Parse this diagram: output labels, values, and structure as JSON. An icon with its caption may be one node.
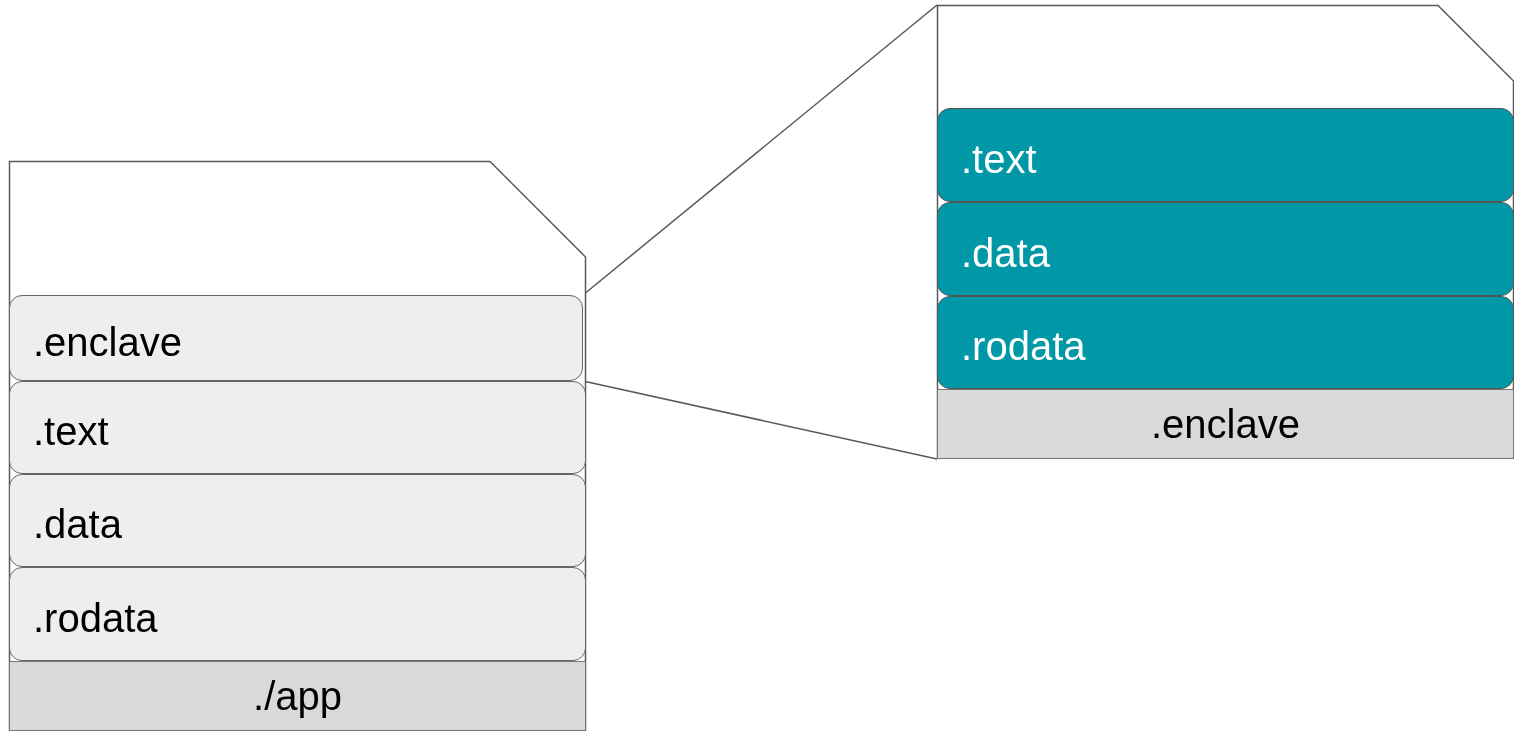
{
  "diagram": {
    "nodes": [
      {
        "text": [],
        "shape": "document"
      },
      {
        "text": [
          ".enclave"
        ],
        "in": 0
      },
      {
        "text": [
          ".text"
        ],
        "in": 0
      },
      {
        "text": [
          ".data"
        ],
        "in": 0
      },
      {
        "text": [
          ".rodata"
        ],
        "in": 0
      },
      {
        "text": [
          "./app"
        ],
        "in": 0
      },
      {
        "text": [],
        "shape": "document"
      },
      {
        "text": [
          ".text"
        ],
        "in": 6
      },
      {
        "text": [
          ".data"
        ],
        "in": 6
      },
      {
        "text": [
          ".rodata"
        ],
        "in": 6
      },
      {
        "text": [
          ".enclave"
        ],
        "in": 6
      }
    ],
    "edges": [
      {
        "from": 1,
        "to": 6,
        "arrow": "none"
      },
      {
        "from": 1,
        "to": 6,
        "arrow": "none"
      }
    ]
  }
}
